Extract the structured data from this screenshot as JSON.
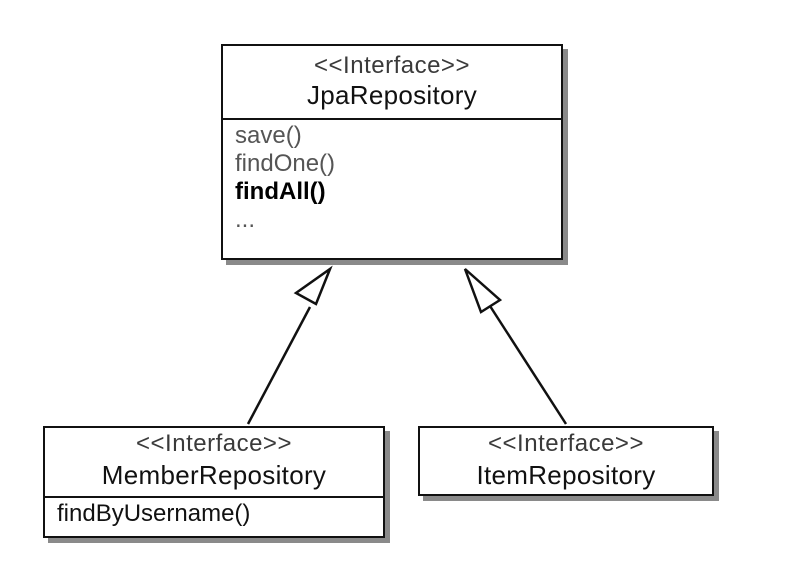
{
  "diagram": {
    "jpa": {
      "stereotype": "<<Interface>>",
      "name": "JpaRepository",
      "methods": [
        "save()",
        "findOne()",
        "findAll()",
        "..."
      ]
    },
    "member": {
      "stereotype": "<<Interface>>",
      "name": "MemberRepository",
      "methods": [
        "findByUsername()"
      ]
    },
    "item": {
      "stereotype": "<<Interface>>",
      "name": "ItemRepository"
    }
  }
}
